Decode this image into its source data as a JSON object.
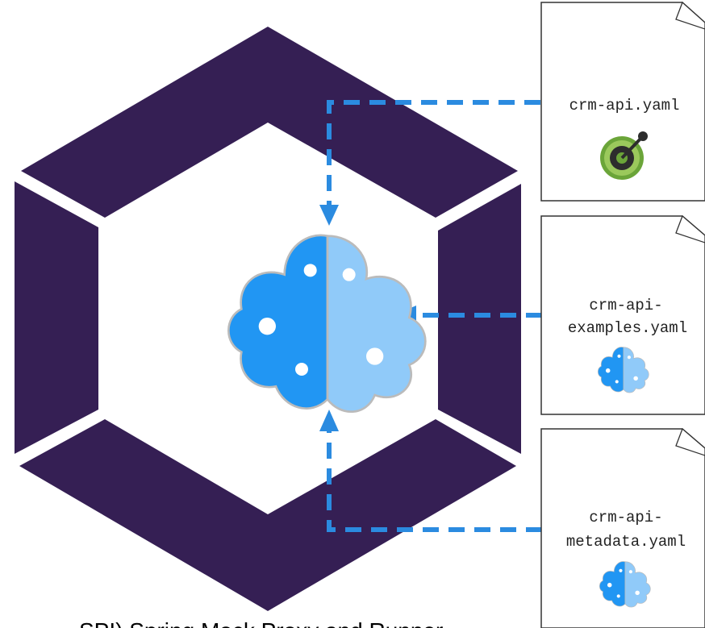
{
  "colors": {
    "hexagon": "#351f54",
    "arrow": "#2b8be0",
    "cloud_dark": "#2196f3",
    "cloud_light": "#90caf9",
    "openapi_green": "#6ba539",
    "openapi_dark": "#2d2d2d"
  },
  "files": [
    {
      "id": "api",
      "label_lines": [
        "crm-api.yaml"
      ],
      "icon": "openapi-logo-icon"
    },
    {
      "id": "examples",
      "label_lines": [
        "crm-api-",
        "examples.yaml"
      ],
      "icon": "cloud-logo-icon"
    },
    {
      "id": "metadata",
      "label_lines": [
        "crm-api-",
        "metadata.yaml"
      ],
      "icon": "cloud-logo-icon"
    }
  ],
  "caption": "SPI) Spring Mock Proxy and Runner",
  "center_icon": "microcks-cloud-logo-icon"
}
